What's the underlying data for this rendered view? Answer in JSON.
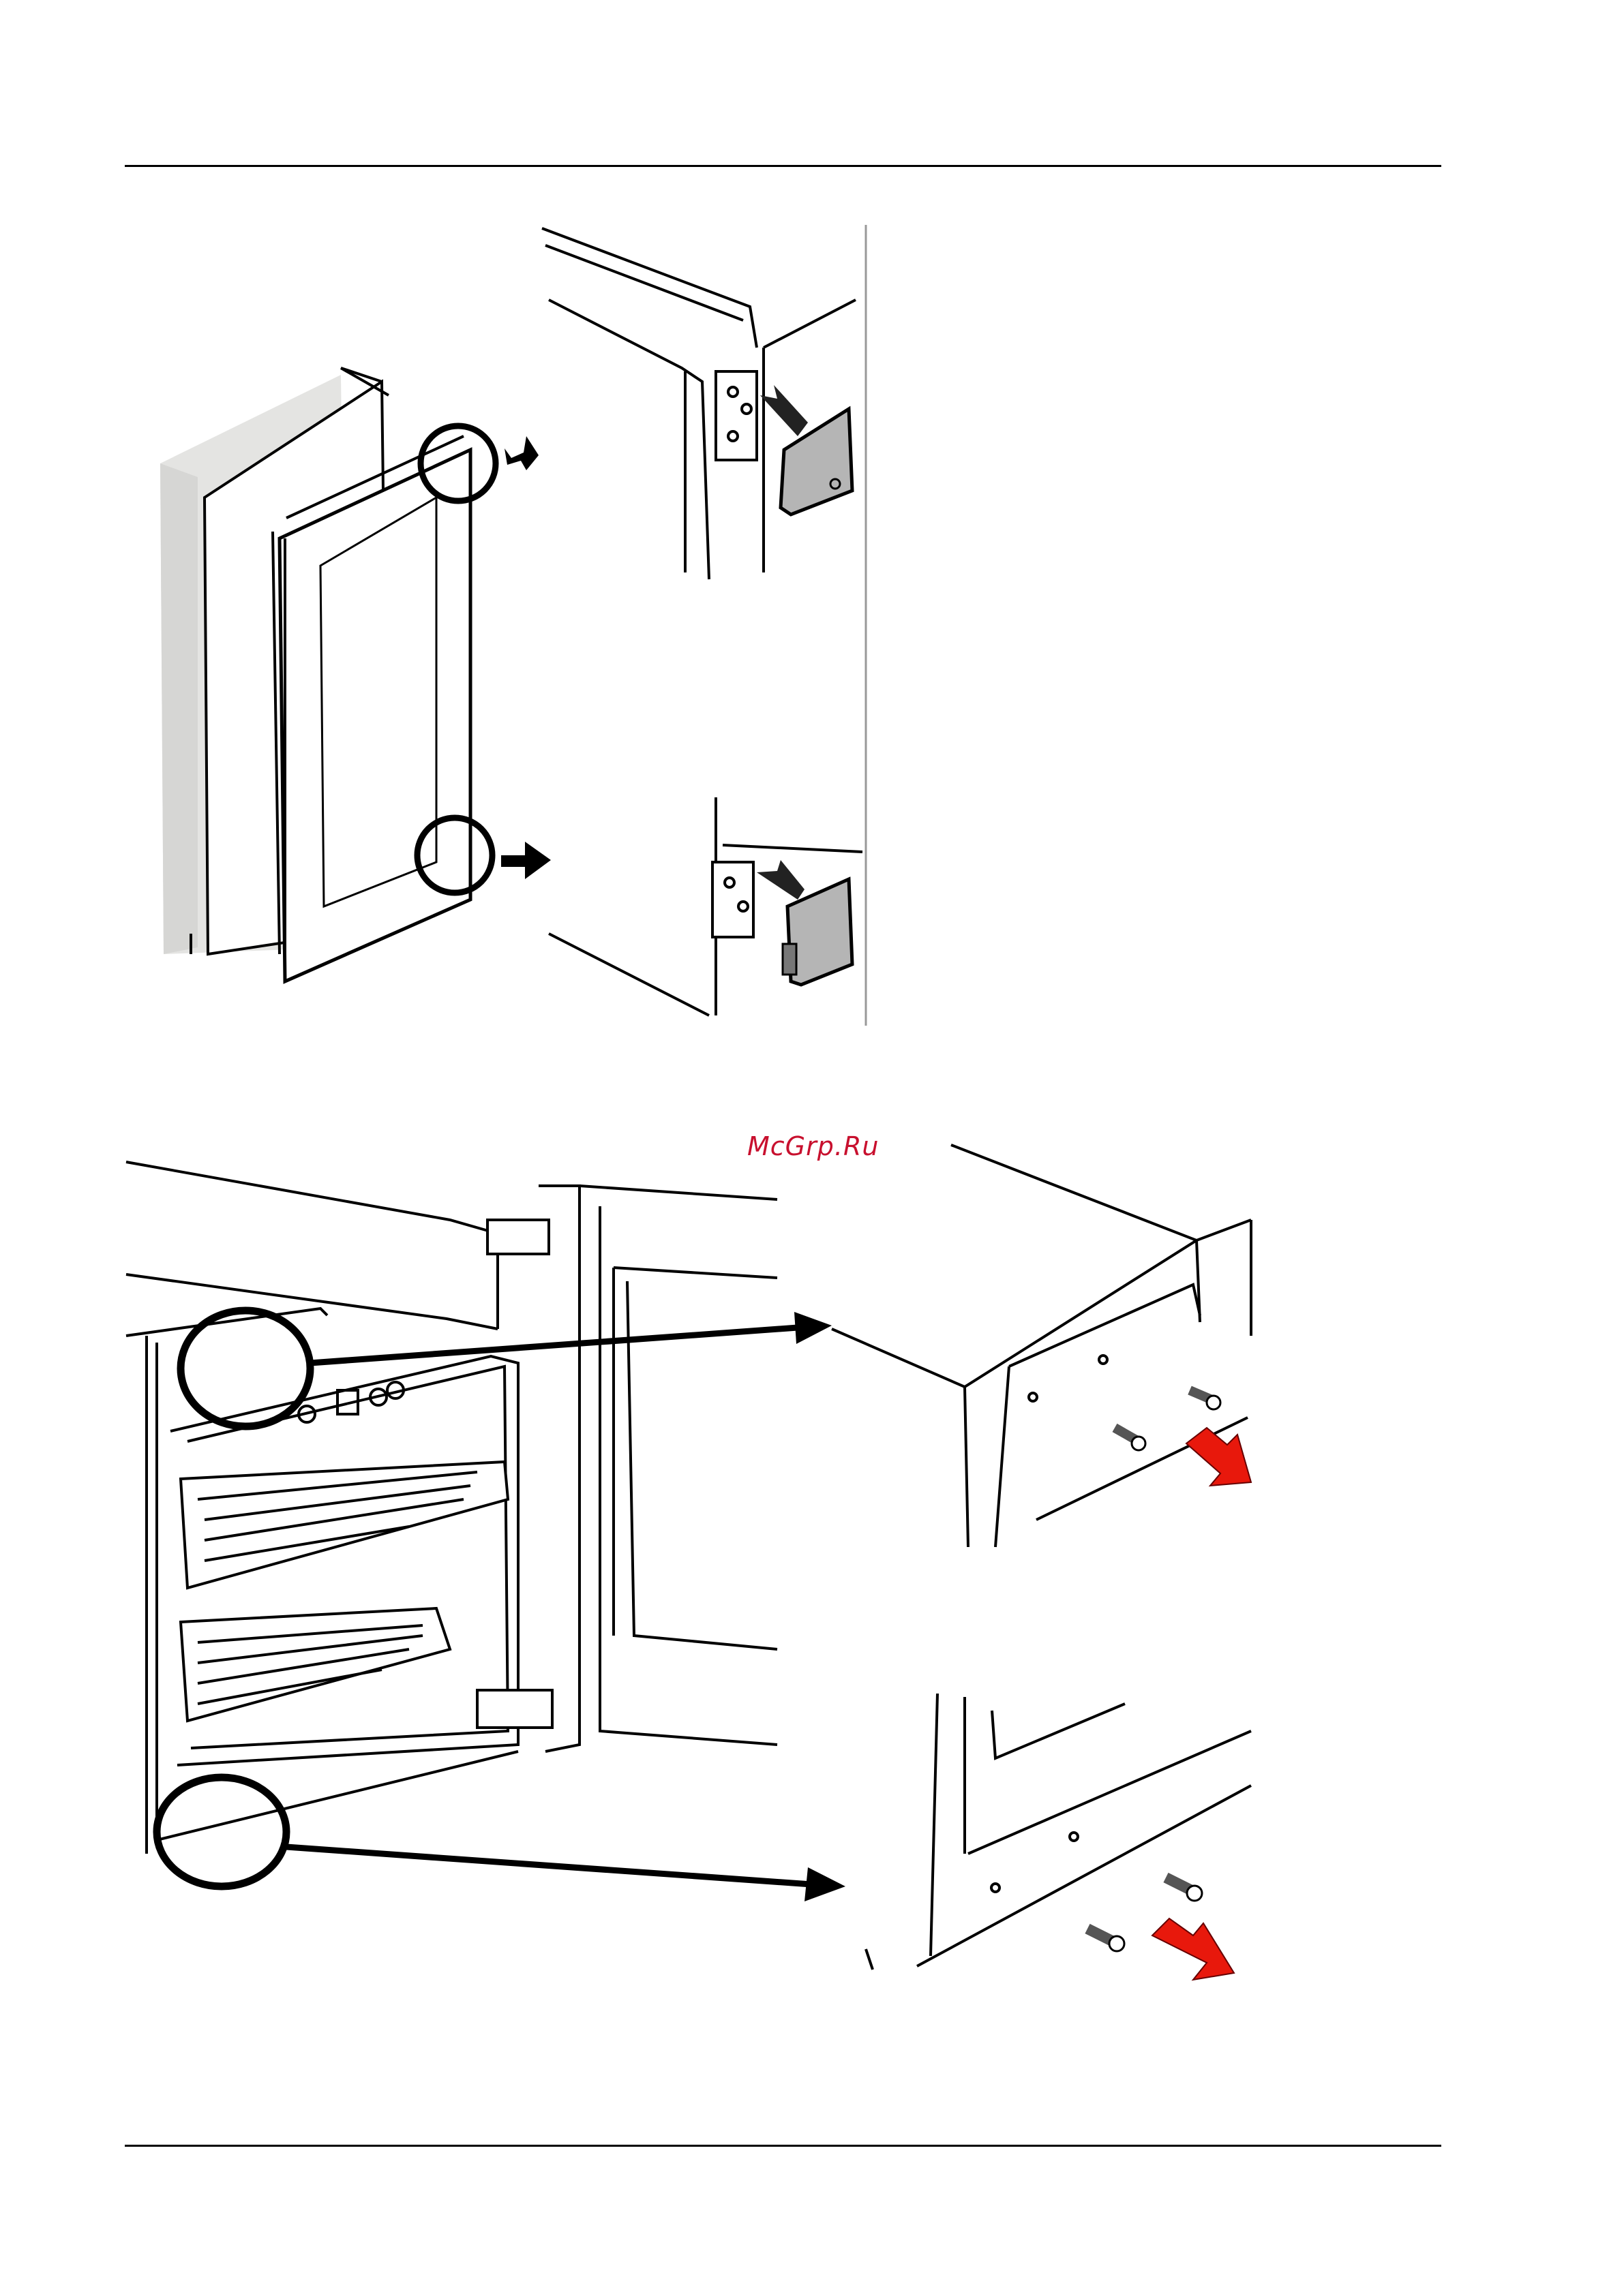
{
  "watermark": {
    "text": "McGrp.Ru",
    "color": "#c8102e"
  },
  "colors": {
    "line": "#000000",
    "cabinet_gray": "#e4e4e2",
    "bracket_gray": "#b5b5b5",
    "arrow_red": "#e8180c"
  },
  "figures": {
    "top": {
      "name": "door-bracket-cover-figure",
      "icons": [
        "circle-callout-icon",
        "arrow-right-icon",
        "hinge-cover-icon"
      ]
    },
    "bottom": {
      "name": "door-panel-screws-figure",
      "icons": [
        "circle-callout-icon",
        "arrow-right-icon",
        "screw-icon",
        "red-arrow-icon"
      ]
    }
  }
}
